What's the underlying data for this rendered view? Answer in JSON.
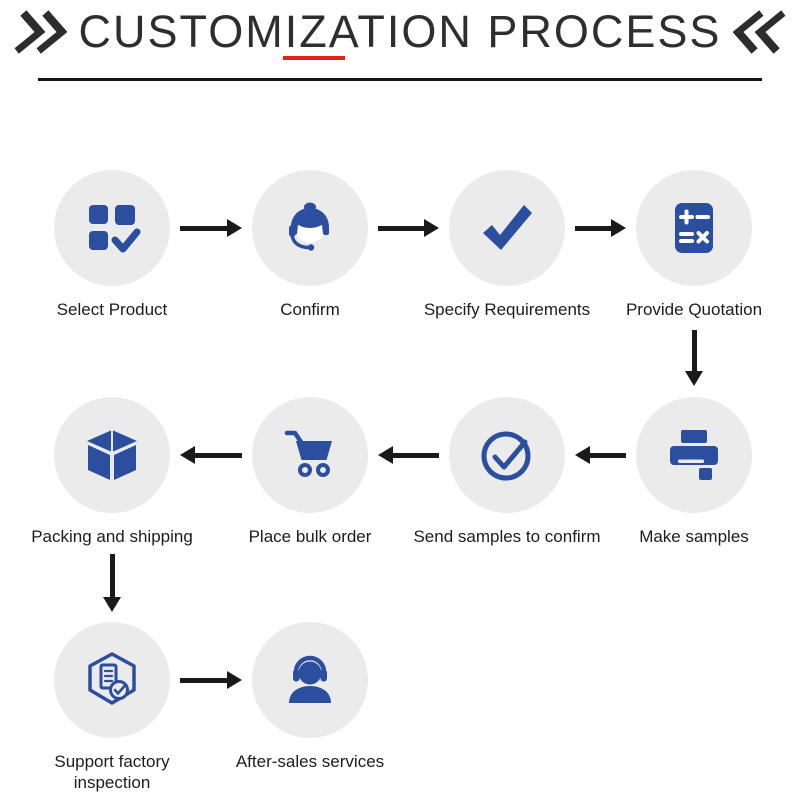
{
  "title": {
    "text": "CUSTOMIZATION PROCESS",
    "accent_underline_color": "#e02418",
    "left_decoration_icon": "double-chevron-right-icon",
    "right_decoration_icon": "double-chevron-left-icon"
  },
  "colors": {
    "icon_blue": "#2b4f9e",
    "circle_background": "#ebebeb",
    "arrow_black": "#1a1a1a",
    "title_text": "#2e2e2e",
    "label_text": "#1c1c1c",
    "background": "#ffffff"
  },
  "steps": [
    {
      "label": "Select Product",
      "icon": "product-grid-check-icon"
    },
    {
      "label": "Confirm",
      "icon": "customer-service-agent-icon"
    },
    {
      "label": "Specify Requirements",
      "icon": "checkmark-icon"
    },
    {
      "label": "Provide Quotation",
      "icon": "calculator-icon"
    },
    {
      "label": "Make samples",
      "icon": "printer-icon"
    },
    {
      "label": "Send samples to confirm",
      "icon": "circle-check-icon"
    },
    {
      "label": "Place bulk order",
      "icon": "shopping-cart-icon"
    },
    {
      "label": "Packing and shipping",
      "icon": "package-box-icon"
    },
    {
      "label": "Support factory inspection",
      "icon": "inspection-certificate-icon"
    },
    {
      "label": "After-sales services",
      "icon": "headset-support-icon"
    }
  ]
}
